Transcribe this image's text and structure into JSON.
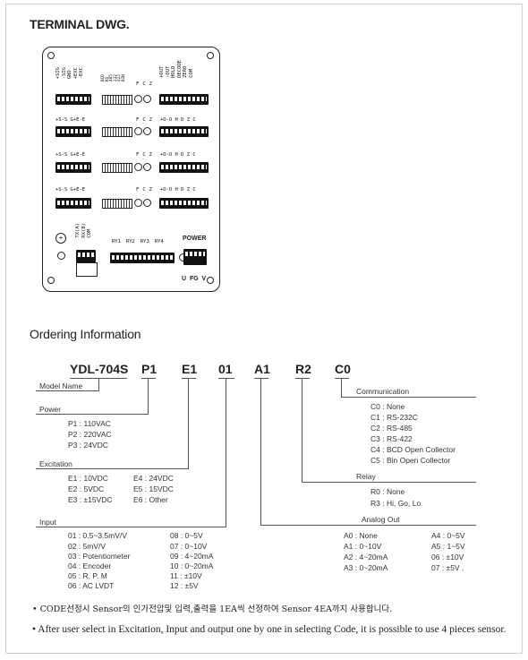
{
  "terminal": {
    "title": "TERMINAL DWG.",
    "top_left_labels": [
      "+SIG",
      "-SIG",
      "GND",
      "+EXC",
      "-EXC"
    ],
    "dip_top_labels": [
      "BCD",
      "RS",
      "485",
      "232",
      "422",
      "BIN"
    ],
    "fcz_labels": [
      "F",
      "C",
      "Z"
    ],
    "top_right_labels": [
      "+OUT",
      "-OUT",
      "HOLD",
      "DECODE",
      "ZERO",
      "COM"
    ],
    "row_left_label": "+S-S G+E-E",
    "row_mid_labels": [
      "F",
      "C",
      "Z"
    ],
    "row_right_label": "+O-O H D Z C",
    "comm_labels": [
      "TX(A)",
      "RX(B)",
      "COM"
    ],
    "relay_labels": [
      "RY1",
      "RY2",
      "RY3",
      "RY4"
    ],
    "power_label": "POWER",
    "power_pins": "U  FG  V"
  },
  "ordering": {
    "title": "Ordering Information",
    "codes": [
      "YDL-704S",
      "P1",
      "E1",
      "01",
      "A1",
      "R2",
      "C0"
    ],
    "model_name": "Model Name",
    "power": {
      "heading": "Power",
      "options": [
        "P1 : 110VAC",
        "P2 : 220VAC",
        "P3 : 24VDC"
      ]
    },
    "excitation": {
      "heading": "Excitation",
      "col1": [
        "E1 : 10VDC",
        "E2 : 5VDC",
        "E3 : ±15VDC"
      ],
      "col2": [
        "E4 : 24VDC",
        "E5 : 15VDC",
        "E6 : Other"
      ]
    },
    "input": {
      "heading": "Input",
      "col1": [
        "01 : 0.5~3.5mV/V",
        "02 : 5mV/V",
        "03 : Potentiometer",
        "04 : Encoder",
        "05 : R. P. M",
        "06 : AC LVDT"
      ],
      "col2": [
        "08 : 0~5V",
        "07 : 0~10V",
        "09 : 4~20mA",
        "10 : 0~20mA",
        "11 : ±10V",
        "12 : ±5V"
      ]
    },
    "communication": {
      "heading": "Communication",
      "options": [
        "C0 : None",
        "C1 : RS-232C",
        "C2 : RS-485",
        "C3 : RS-422",
        "C4 : BCD Open Collector",
        "C5 : Bin Open Collector"
      ]
    },
    "relay": {
      "heading": "Relay",
      "options": [
        "R0 : None",
        "R3 : Hi,  Go, Lo"
      ]
    },
    "analog": {
      "heading": "Analog Out",
      "col1": [
        "A0 : None",
        "A1 : 0~10V",
        "A2 : 4~20mA",
        "A3 : 0~20mA"
      ],
      "col2": [
        "A4 : 0~5V",
        "A5 : 1~5V",
        "06 : ±10V",
        "07 : ±5V ."
      ]
    }
  },
  "notes": [
    "• CODE선정시 Sensor의 인가전압및 입력,출력을 1EA씩 선정하여 Sensor 4EA까지 사용합니다.",
    "• After user select in Excitation, Input and output one by one in selecting Code, it is possible to use 4 pieces sensor."
  ]
}
